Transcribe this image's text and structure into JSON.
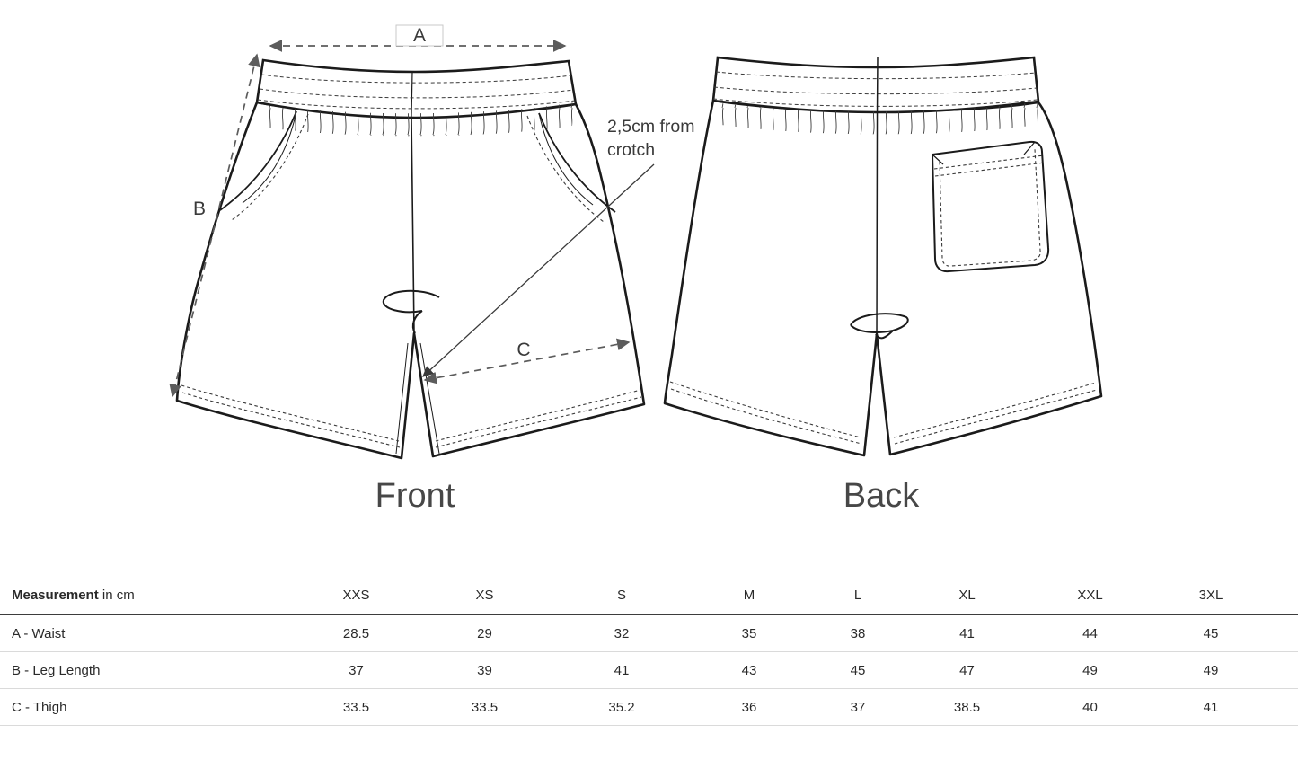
{
  "diagram": {
    "front_view_label": "Front",
    "back_view_label": "Back",
    "dimensions": {
      "a_label": "A",
      "b_label": "B",
      "c_label": "C"
    },
    "annotation": {
      "line1": "2,5cm from",
      "line2": "crotch"
    },
    "colors": {
      "outline": "#1b1b1b",
      "dimension": "#5c5c5c",
      "text": "#3a3a3a"
    }
  },
  "table": {
    "header_label_bold": "Measurement",
    "header_label_unit": " in cm",
    "size_headers": [
      "XXS",
      "XS",
      "S",
      "M",
      "L",
      "XL",
      "XXL",
      "3XL"
    ],
    "rows": [
      {
        "label": "A - Waist",
        "values": [
          "28.5",
          "29",
          "32",
          "35",
          "38",
          "41",
          "44",
          "45"
        ]
      },
      {
        "label": "B - Leg Length",
        "values": [
          "37",
          "39",
          "41",
          "43",
          "45",
          "47",
          "49",
          "49"
        ]
      },
      {
        "label": "C - Thigh",
        "values": [
          "33.5",
          "33.5",
          "35.2",
          "36",
          "37",
          "38.5",
          "40",
          "41"
        ]
      }
    ]
  }
}
